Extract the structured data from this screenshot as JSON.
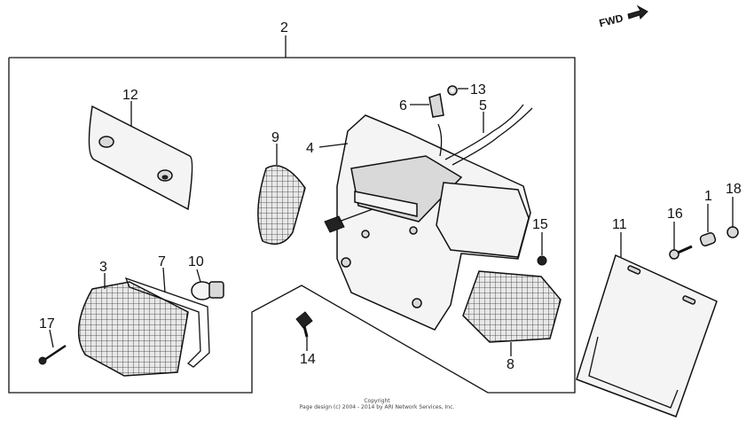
{
  "fwd_label": "FWD",
  "callouts": {
    "p1": "1",
    "p2": "2",
    "p3": "3",
    "p4": "4",
    "p5": "5",
    "p6": "6",
    "p7": "7",
    "p8": "8",
    "p9": "9",
    "p10": "10",
    "p11": "11",
    "p12": "12",
    "p13": "13",
    "p14": "14",
    "p15": "15",
    "p16": "16",
    "p17": "17",
    "p18": "18"
  },
  "copyright": {
    "line1": "Copyright",
    "line2": "Page design (c) 2004 - 2014 by ARI Network Services, Inc."
  }
}
